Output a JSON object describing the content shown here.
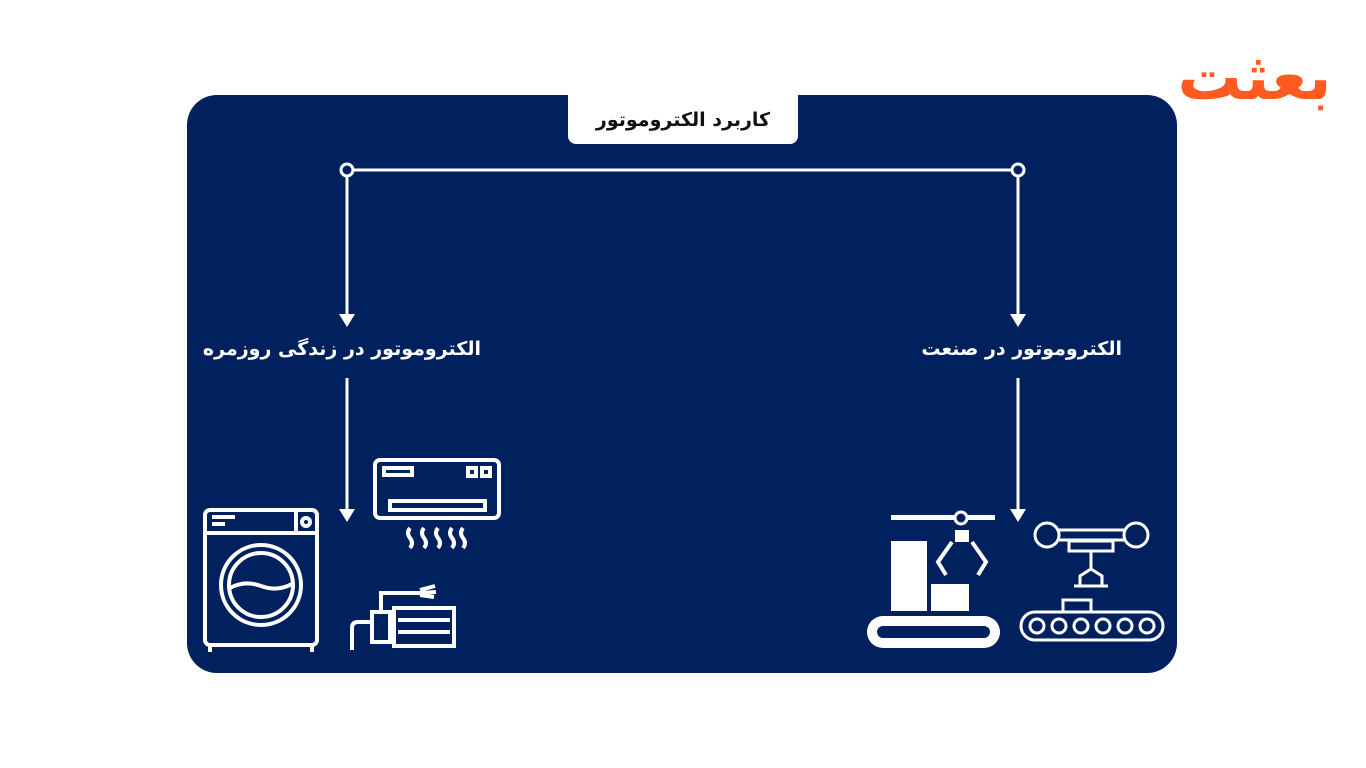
{
  "logo": {
    "text": "بعثت",
    "color": "#ff5a1f"
  },
  "title": "کاربرد الکتروموتور",
  "branches": [
    {
      "label": "الکتروموتور در زندگی روزمره",
      "icons": [
        "washing-machine-icon",
        "air-conditioner-icon",
        "water-pump-icon"
      ]
    },
    {
      "label": "الکتروموتور در صنعت",
      "icons": [
        "packaging-robot-icon",
        "robotic-arm-conveyor-icon"
      ]
    }
  ],
  "colors": {
    "panel": "#00215e",
    "accent": "#ff5a1f"
  }
}
